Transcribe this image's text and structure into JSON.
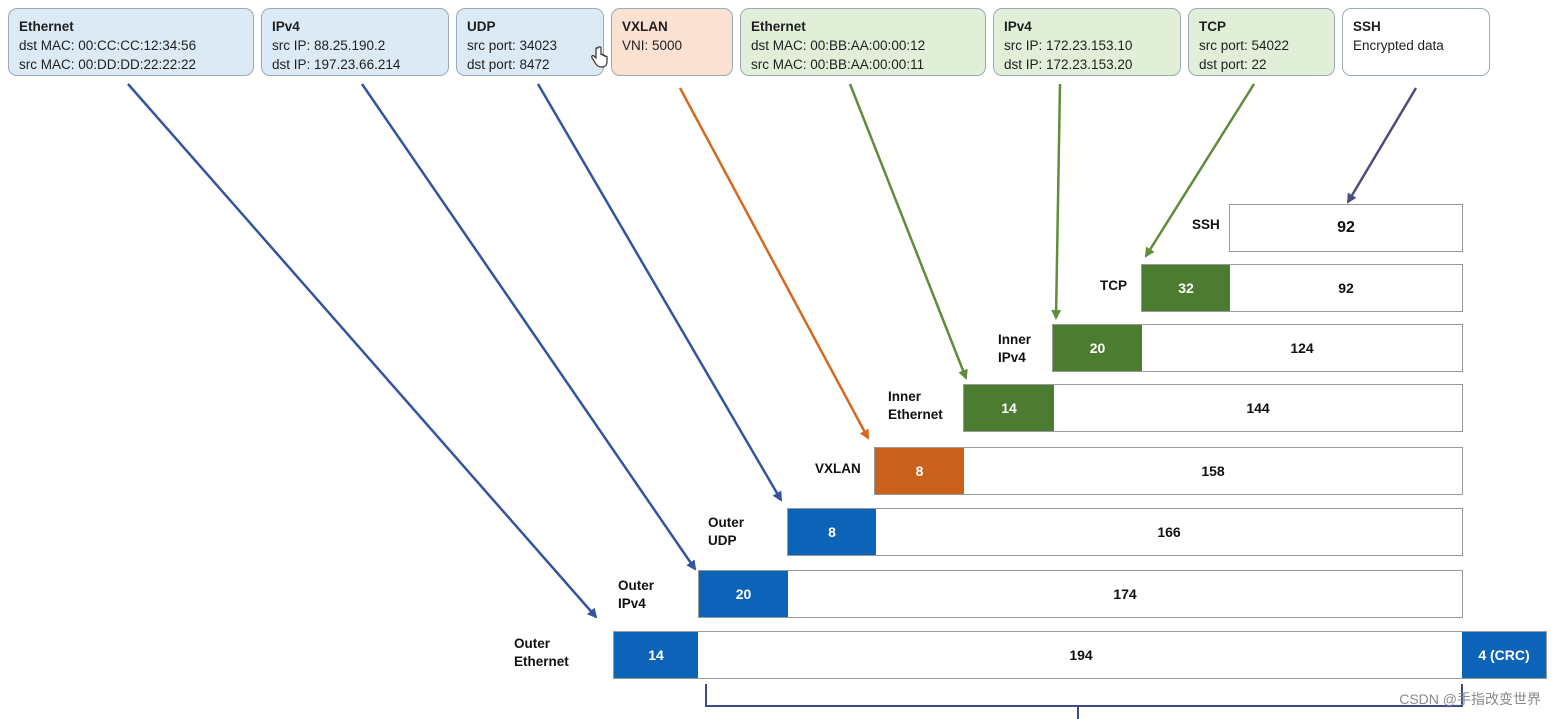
{
  "headers": [
    {
      "title": "Ethernet",
      "lines": [
        "dst MAC: 00:CC:CC:12:34:56",
        "src MAC: 00:DD:DD:22:22:22"
      ]
    },
    {
      "title": "IPv4",
      "lines": [
        "src IP: 88.25.190.2",
        "dst IP: 197.23.66.214"
      ]
    },
    {
      "title": "UDP",
      "lines": [
        "src port: 34023",
        "dst port: 8472"
      ]
    },
    {
      "title": "VXLAN",
      "lines": [
        "VNI: 5000"
      ]
    },
    {
      "title": "Ethernet",
      "lines": [
        "dst MAC: 00:BB:AA:00:00:12",
        "src MAC: 00:BB:AA:00:00:11"
      ]
    },
    {
      "title": "IPv4",
      "lines": [
        "src IP: 172.23.153.10",
        "dst IP: 172.23.153.20"
      ]
    },
    {
      "title": "TCP",
      "lines": [
        "src port: 54022",
        "dst port: 22"
      ]
    },
    {
      "title": "SSH",
      "lines": [
        "Encrypted data"
      ]
    }
  ],
  "layers": [
    {
      "label": "SSH",
      "header": "",
      "payload": "92"
    },
    {
      "label": "TCP",
      "header": "32",
      "payload": "92"
    },
    {
      "label": "Inner\nIPv4",
      "header": "20",
      "payload": "124"
    },
    {
      "label": "Inner\nEthernet",
      "header": "14",
      "payload": "144"
    },
    {
      "label": "VXLAN",
      "header": "8",
      "payload": "158"
    },
    {
      "label": "Outer\nUDP",
      "header": "8",
      "payload": "166"
    },
    {
      "label": "Outer\nIPv4",
      "header": "20",
      "payload": "174"
    },
    {
      "label": "Outer\nEthernet",
      "header": "14",
      "payload": "194",
      "trailer": "4 (CRC)"
    }
  ],
  "colors": {
    "outer": "#0d63b8",
    "vxlan": "#c9601b",
    "inner": "#4b7c30",
    "arrow_outer": "#3354a0",
    "arrow_vxlan": "#d4691f",
    "arrow_inner": "#5f8d3a",
    "arrow_ssh": "#4c4f7e"
  },
  "watermark": "CSDN @手指改变世界"
}
